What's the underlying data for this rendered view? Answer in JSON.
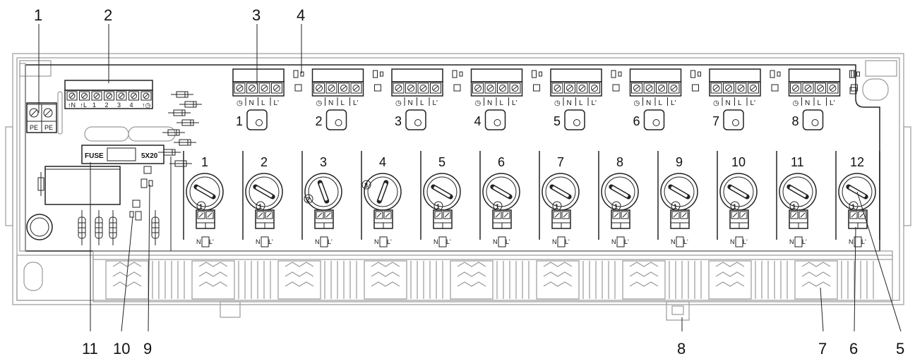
{
  "callouts": {
    "top": [
      "1",
      "2",
      "3",
      "4"
    ],
    "bottom": [
      "11",
      "10",
      "9",
      "8",
      "7",
      "6",
      "5"
    ]
  },
  "power_terminal": {
    "pins": [
      "PE",
      "PE"
    ]
  },
  "control_terminal": {
    "pins": [
      "↑N",
      "↑L",
      "1",
      "2",
      "3",
      "4",
      "↑◷"
    ]
  },
  "fuse": {
    "label": "FUSE",
    "size": "5X20"
  },
  "zone_terminal_pins": [
    "◷",
    "N",
    "L",
    "L'"
  ],
  "zones": [
    "1",
    "2",
    "3",
    "4",
    "5",
    "6",
    "7",
    "8"
  ],
  "channels": [
    "1",
    "2",
    "3",
    "4",
    "5",
    "6",
    "7",
    "8",
    "9",
    "10",
    "11",
    "12"
  ],
  "channel_dial_settings": [
    "1",
    "1",
    "2",
    "3",
    "1",
    "1",
    "1",
    "1",
    "1",
    "1",
    "1",
    "1"
  ],
  "actuator_pins": [
    "N",
    "L'"
  ]
}
